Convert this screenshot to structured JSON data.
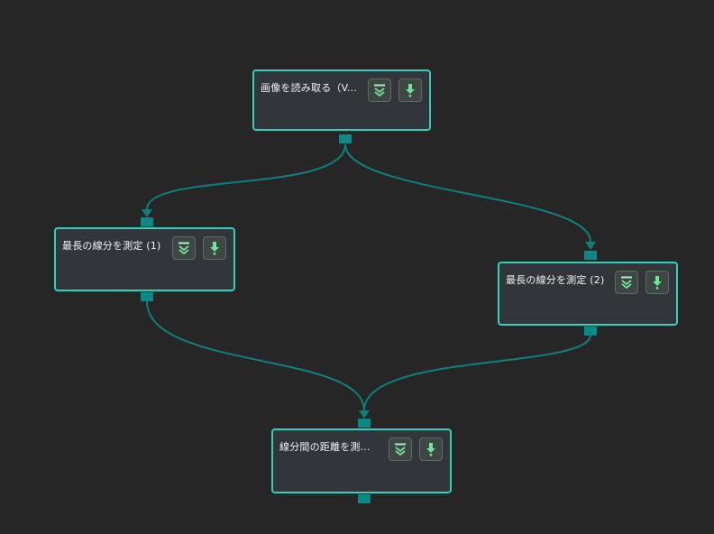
{
  "canvas": {
    "background": "#262626",
    "edge_color": "#0e7f7c",
    "node_border": "#2fd1bd",
    "port_color": "#0a8a87"
  },
  "nodes": [
    {
      "id": "read-image",
      "title": "画像を読み取る（V...",
      "buttons": [
        "expand-chevron-icon",
        "download-arrow-icon"
      ]
    },
    {
      "id": "measure-longest-1",
      "title": "最長の線分を測定 (1)",
      "buttons": [
        "expand-chevron-icon",
        "download-arrow-icon"
      ]
    },
    {
      "id": "measure-longest-2",
      "title": "最長の線分を測定 (2)",
      "buttons": [
        "expand-chevron-icon",
        "download-arrow-icon"
      ]
    },
    {
      "id": "measure-distance",
      "title": "線分間の距離を測...",
      "buttons": [
        "expand-chevron-icon",
        "download-arrow-icon"
      ]
    }
  ],
  "edges": [
    {
      "from": "read-image",
      "to": "measure-longest-1"
    },
    {
      "from": "read-image",
      "to": "measure-longest-2"
    },
    {
      "from": "measure-longest-1",
      "to": "measure-distance"
    },
    {
      "from": "measure-longest-2",
      "to": "measure-distance"
    }
  ]
}
